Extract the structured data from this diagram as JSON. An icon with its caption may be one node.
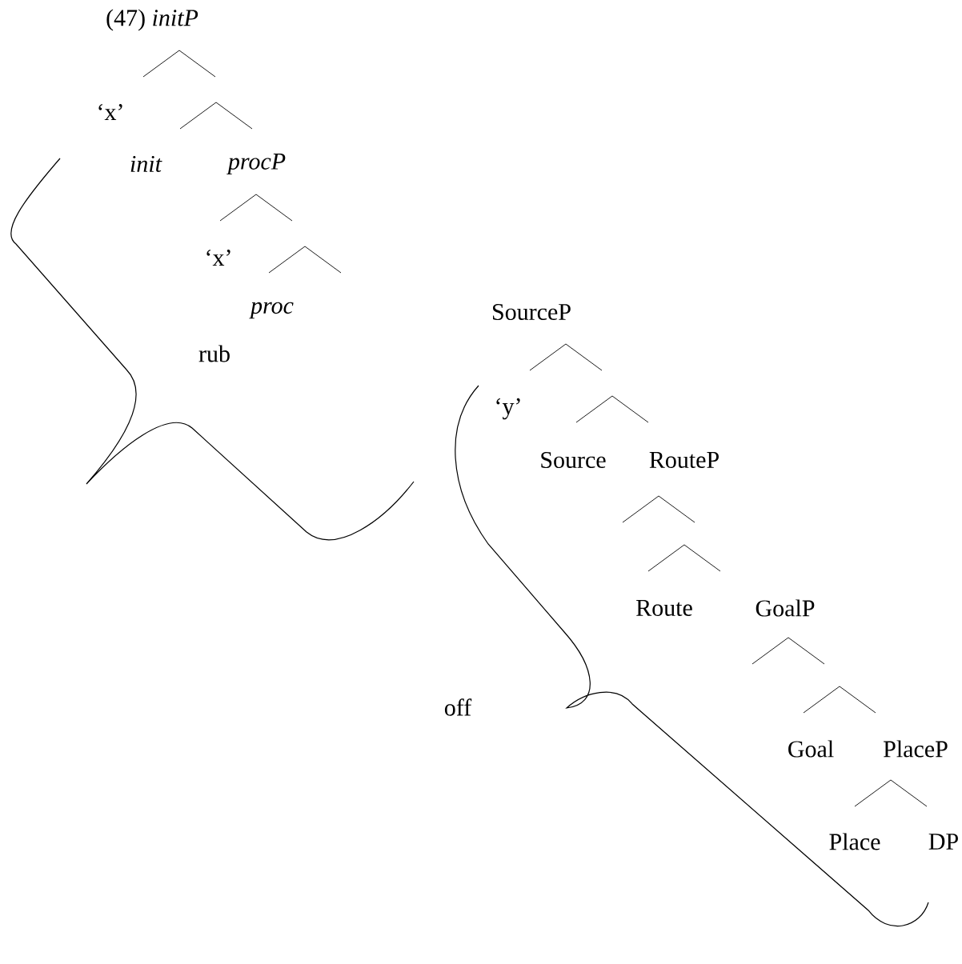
{
  "diagram": {
    "labels": [
      "(47) *initP*",
      "‘x’",
      "init",
      "procP",
      "‘x’",
      "proc",
      "SourceP",
      "rub",
      "‘y’",
      "Source",
      "RouteP",
      "Route",
      "GoalP",
      "off",
      "Goal",
      "PlaceP",
      "Place",
      "DP"
    ]
  }
}
